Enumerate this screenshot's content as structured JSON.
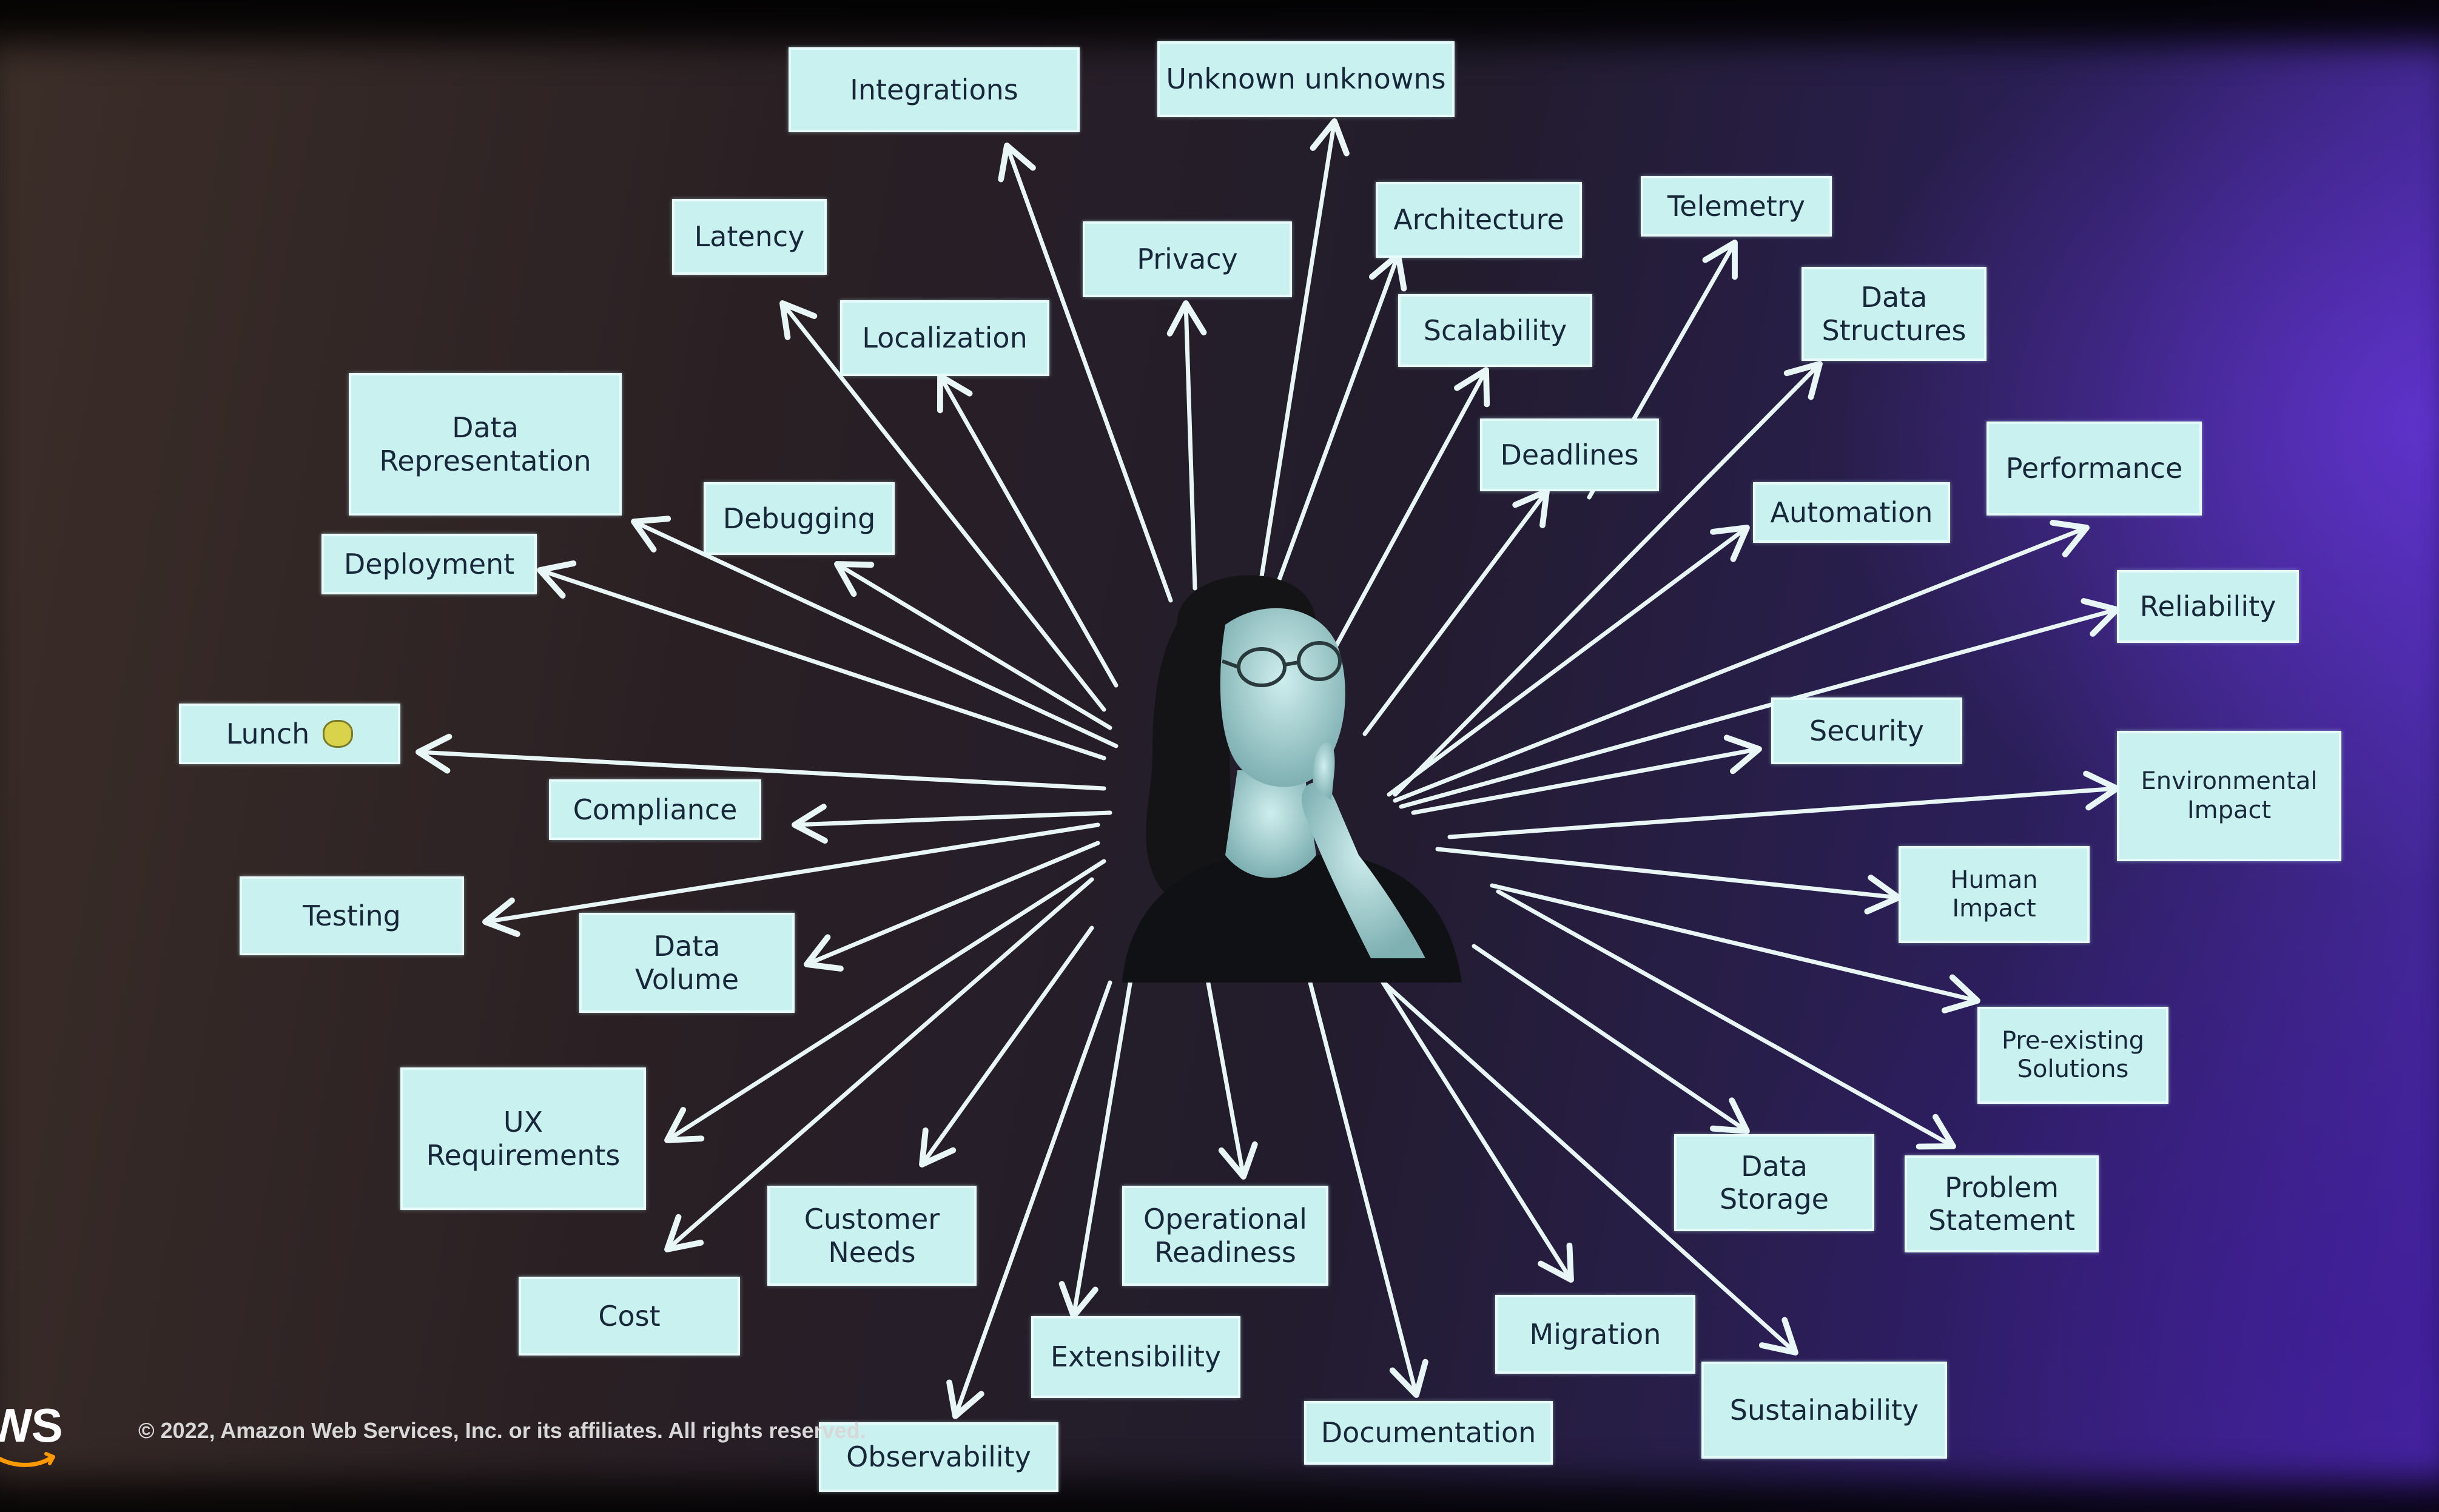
{
  "center": {
    "label": "",
    "image": "person-thinking-photo"
  },
  "nodes": [
    {
      "id": "integrations",
      "label": "Integrations"
    },
    {
      "id": "unknown-unknowns",
      "label": "Unknown unknowns"
    },
    {
      "id": "latency",
      "label": "Latency"
    },
    {
      "id": "privacy",
      "label": "Privacy"
    },
    {
      "id": "architecture",
      "label": "Architecture"
    },
    {
      "id": "telemetry",
      "label": "Telemetry"
    },
    {
      "id": "localization",
      "label": "Localization"
    },
    {
      "id": "scalability",
      "label": "Scalability"
    },
    {
      "id": "data-structures",
      "label": "Data\nStructures"
    },
    {
      "id": "data-representation",
      "label": "Data\nRepresentation"
    },
    {
      "id": "deadlines",
      "label": "Deadlines"
    },
    {
      "id": "performance",
      "label": "Performance"
    },
    {
      "id": "debugging",
      "label": "Debugging"
    },
    {
      "id": "automation",
      "label": "Automation"
    },
    {
      "id": "deployment",
      "label": "Deployment"
    },
    {
      "id": "reliability",
      "label": "Reliability"
    },
    {
      "id": "lunch",
      "label": "Lunch"
    },
    {
      "id": "security",
      "label": "Security"
    },
    {
      "id": "compliance",
      "label": "Compliance"
    },
    {
      "id": "environmental-impact",
      "label": "Environmental\nImpact"
    },
    {
      "id": "testing",
      "label": "Testing"
    },
    {
      "id": "data-volume",
      "label": "Data\nVolume"
    },
    {
      "id": "human-impact",
      "label": "Human\nImpact"
    },
    {
      "id": "pre-existing-solutions",
      "label": "Pre-existing\nSolutions"
    },
    {
      "id": "ux-requirements",
      "label": "UX\nRequirements"
    },
    {
      "id": "customer-needs",
      "label": "Customer\nNeeds"
    },
    {
      "id": "operational-readiness",
      "label": "Operational\nReadiness"
    },
    {
      "id": "data-storage",
      "label": "Data\nStorage"
    },
    {
      "id": "problem-statement",
      "label": "Problem\nStatement"
    },
    {
      "id": "cost",
      "label": "Cost"
    },
    {
      "id": "extensibility",
      "label": "Extensibility"
    },
    {
      "id": "migration",
      "label": "Migration"
    },
    {
      "id": "sustainability",
      "label": "Sustainability"
    },
    {
      "id": "observability",
      "label": "Observability"
    },
    {
      "id": "documentation",
      "label": "Documentation"
    }
  ],
  "footer": {
    "copyright": "© 2022, Amazon Web Services, Inc. or its affiliates. All rights reserved.",
    "logo": "aws"
  },
  "colors": {
    "node_fill": "#c8f1ef",
    "node_text": "#18283a",
    "arrow": "#e8f6f6",
    "background_left": "#3c2e28",
    "background_right": "#4a2aa8"
  }
}
